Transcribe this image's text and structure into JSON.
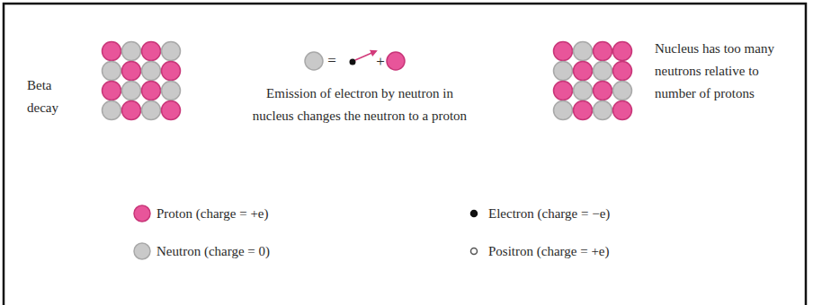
{
  "diagram": {
    "labels": [
      "Beta decay",
      "=",
      "+",
      "Emission of electron by neutron in nucleus changes the neutron to a proton",
      "Nucleus has too many neutrons relative to number of protons"
    ],
    "legend": [
      {
        "text": "Proton (charge = +e)",
        "color": "#e8559a"
      },
      {
        "text": "Electron (charge = −e)",
        "color": "#111111"
      },
      {
        "text": "Neutron (charge = 0)",
        "color": "#c9c9c9"
      },
      {
        "text": "Positron (charge = +e)"
      }
    ]
  }
}
